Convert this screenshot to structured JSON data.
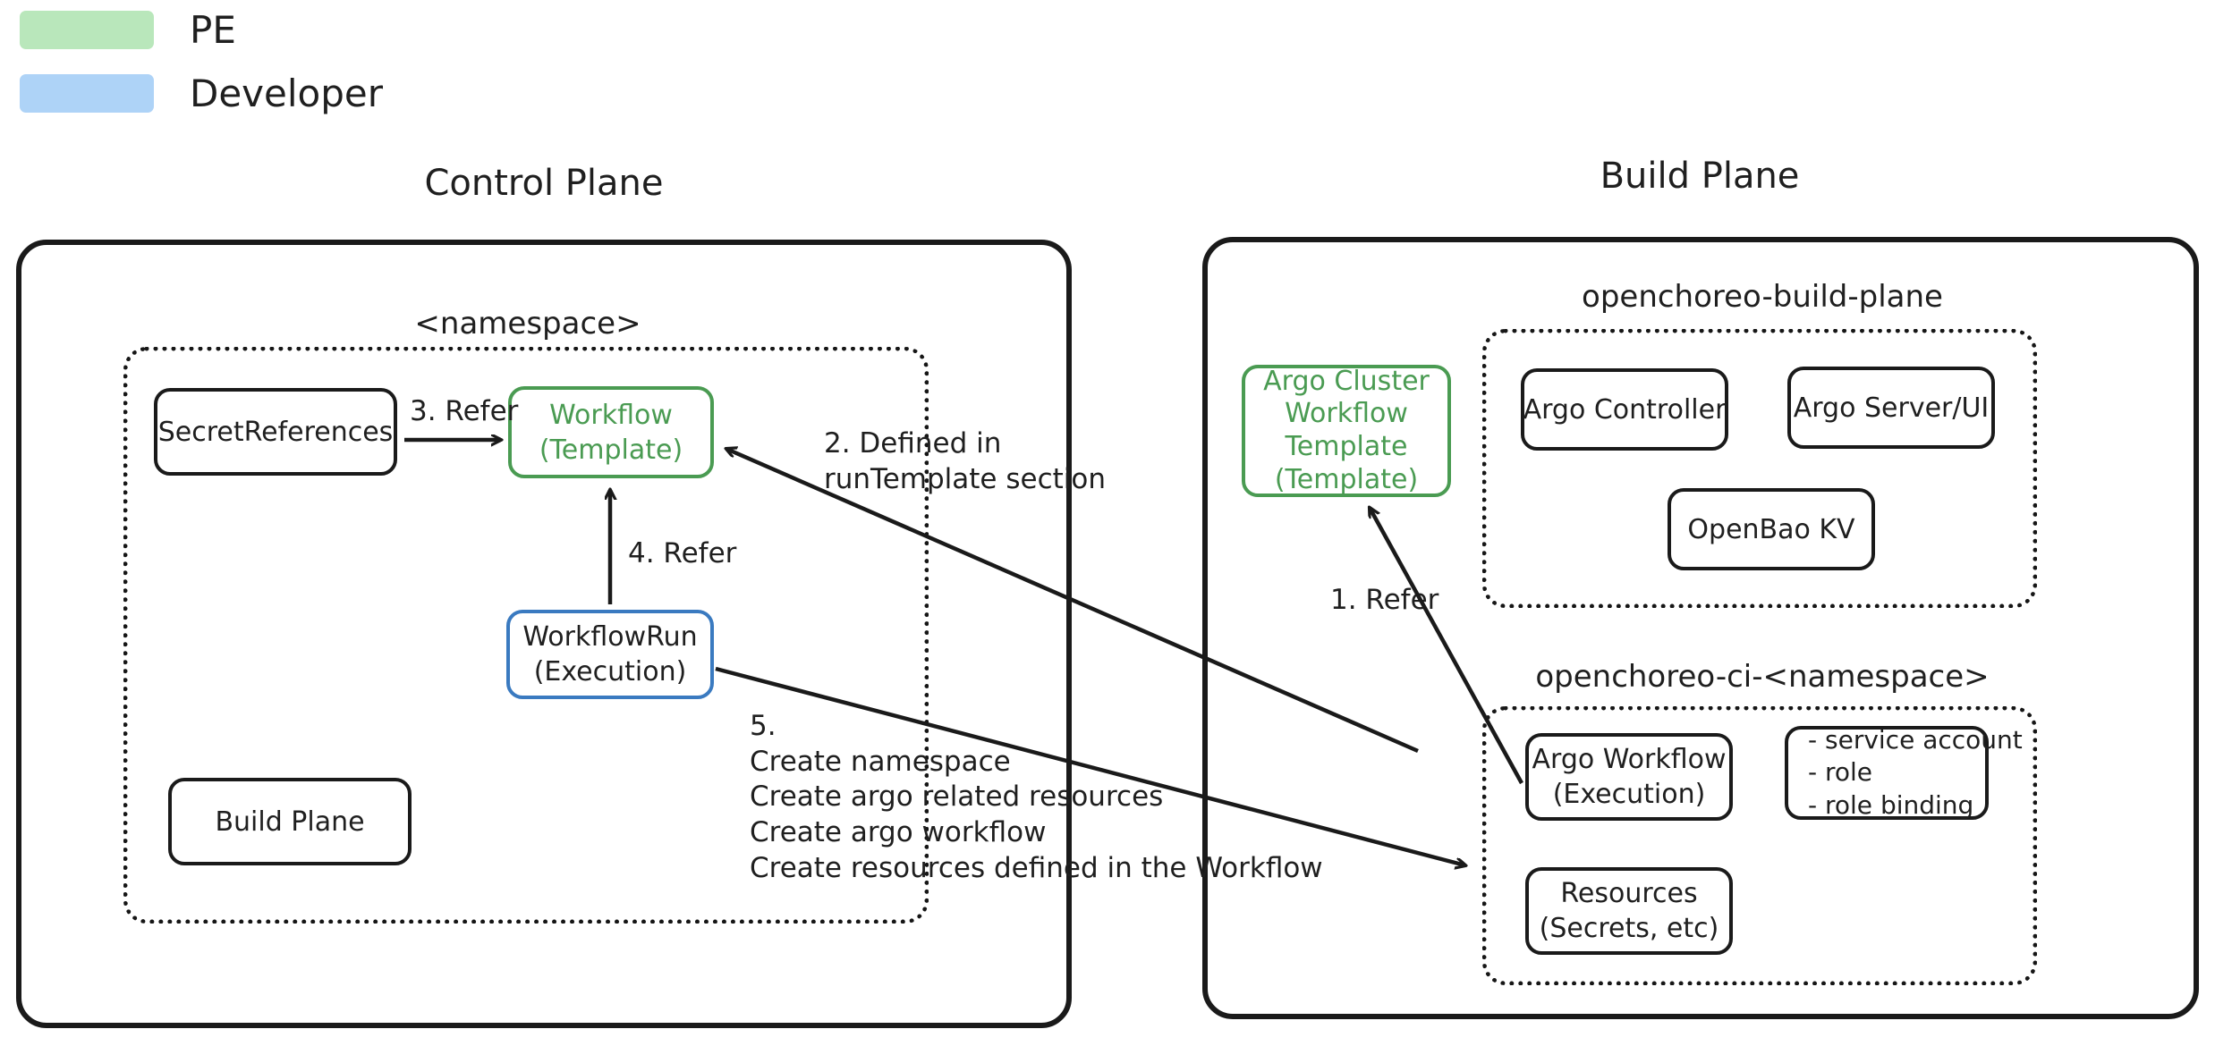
{
  "legend": {
    "items": [
      {
        "label": "PE",
        "color": "#b9e7bb"
      },
      {
        "label": "Developer",
        "color": "#aed3f7"
      }
    ]
  },
  "colors": {
    "pe_green": "#4a9b52",
    "developer_blue": "#3a7ac0",
    "outline_black": "#1a1a1a",
    "legend_green_fill": "#b9e7bb",
    "legend_blue_fill": "#aed3f7",
    "background": "#ffffff"
  },
  "planes": [
    {
      "id": "control-plane",
      "title": "Control Plane",
      "namespace": {
        "title": "<namespace>",
        "nodes": [
          {
            "id": "secret-references",
            "lines": [
              "SecretReferences"
            ],
            "style": "black"
          },
          {
            "id": "workflow-template",
            "lines": [
              "Workflow",
              "(Template)"
            ],
            "style": "green"
          },
          {
            "id": "workflow-run",
            "lines": [
              "WorkflowRun",
              "(Execution)"
            ],
            "style": "blue"
          },
          {
            "id": "build-plane-node",
            "lines": [
              "Build Plane"
            ],
            "style": "black"
          }
        ]
      }
    },
    {
      "id": "build-plane",
      "title": "Build Plane",
      "nodes": [
        {
          "id": "argo-cluster-workflow-template",
          "lines": [
            "Argo Cluster",
            "Workflow",
            "Template",
            "(Template)"
          ],
          "style": "green"
        }
      ],
      "namespaces": [
        {
          "id": "openchoreo-build-plane",
          "title": "openchoreo-build-plane",
          "nodes": [
            {
              "id": "argo-controller",
              "lines": [
                "Argo Controller"
              ],
              "style": "black"
            },
            {
              "id": "argo-server-ui",
              "lines": [
                "Argo Server/UI"
              ],
              "style": "black"
            },
            {
              "id": "openbao-kv",
              "lines": [
                "OpenBao KV"
              ],
              "style": "black"
            }
          ]
        },
        {
          "id": "openchoreo-ci-namespace",
          "title": "openchoreo-ci-<namespace>",
          "nodes": [
            {
              "id": "argo-workflow-execution",
              "lines": [
                "Argo Workflow",
                "(Execution)"
              ],
              "style": "black"
            },
            {
              "id": "rbac-list",
              "lines": [
                "- service account",
                "- role",
                "- role binding"
              ],
              "style": "black"
            },
            {
              "id": "resources-secrets",
              "lines": [
                "Resources",
                "(Secrets, etc)"
              ],
              "style": "black"
            }
          ]
        }
      ]
    }
  ],
  "edges": [
    {
      "id": "edge-1-refer",
      "label": "1. Refer"
    },
    {
      "id": "edge-2-defined-in",
      "label": "2. Defined in\nrunTemplate section"
    },
    {
      "id": "edge-3-refer",
      "label": "3. Refer"
    },
    {
      "id": "edge-4-refer",
      "label": "4. Refer"
    },
    {
      "id": "edge-5-create",
      "label": "5.\nCreate namespace\nCreate argo related resources\nCreate argo workflow\nCreate resources defined in the Workflow"
    }
  ]
}
